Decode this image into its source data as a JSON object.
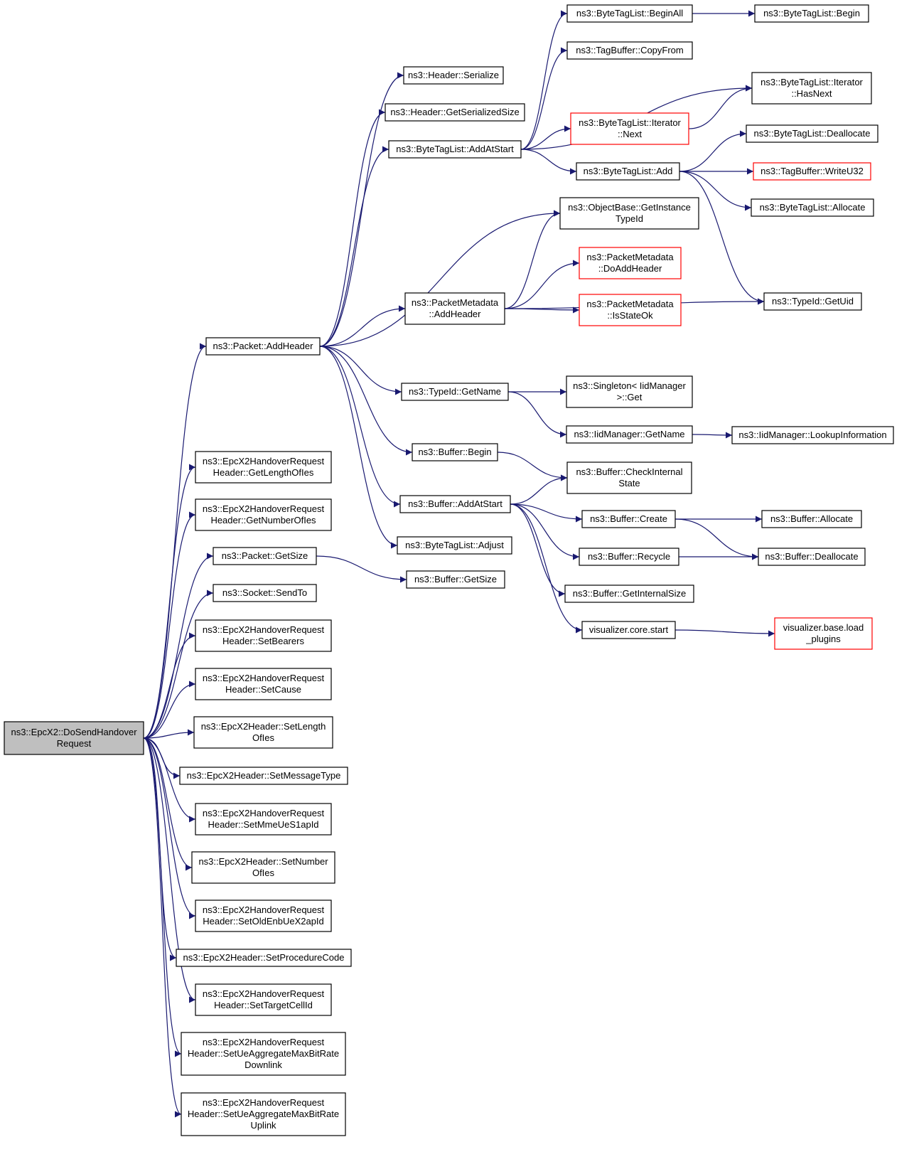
{
  "graph": {
    "edge_color": "#191970",
    "root_fill": "#bfbfbf",
    "highlight_border": "#ff0000",
    "nodes": [
      {
        "id": "root",
        "lines": [
          "ns3::EpcX2::DoSendHandover",
          "Request"
        ],
        "style": "root"
      },
      {
        "id": "packet_addheader",
        "lines": [
          "ns3::Packet::AddHeader"
        ],
        "style": "normal"
      },
      {
        "id": "gl_ofies",
        "lines": [
          "ns3::EpcX2HandoverRequest",
          "Header::GetLengthOfIes"
        ],
        "style": "normal"
      },
      {
        "id": "gn_ofies",
        "lines": [
          "ns3::EpcX2HandoverRequest",
          "Header::GetNumberOfIes"
        ],
        "style": "normal"
      },
      {
        "id": "packet_getsize",
        "lines": [
          "ns3::Packet::GetSize"
        ],
        "style": "normal"
      },
      {
        "id": "socket_sendto",
        "lines": [
          "ns3::Socket::SendTo"
        ],
        "style": "normal"
      },
      {
        "id": "setbearers",
        "lines": [
          "ns3::EpcX2HandoverRequest",
          "Header::SetBearers"
        ],
        "style": "normal"
      },
      {
        "id": "setcause",
        "lines": [
          "ns3::EpcX2HandoverRequest",
          "Header::SetCause"
        ],
        "style": "normal"
      },
      {
        "id": "setlength",
        "lines": [
          "ns3::EpcX2Header::SetLength",
          "OfIes"
        ],
        "style": "normal"
      },
      {
        "id": "setmsgtype",
        "lines": [
          "ns3::EpcX2Header::SetMessageType"
        ],
        "style": "normal"
      },
      {
        "id": "setmme",
        "lines": [
          "ns3::EpcX2HandoverRequest",
          "Header::SetMmeUeS1apId"
        ],
        "style": "normal"
      },
      {
        "id": "setnumber",
        "lines": [
          "ns3::EpcX2Header::SetNumber",
          "OfIes"
        ],
        "style": "normal"
      },
      {
        "id": "setoldenb",
        "lines": [
          "ns3::EpcX2HandoverRequest",
          "Header::SetOldEnbUeX2apId"
        ],
        "style": "normal"
      },
      {
        "id": "setproc",
        "lines": [
          "ns3::EpcX2Header::SetProcedureCode"
        ],
        "style": "normal"
      },
      {
        "id": "settarget",
        "lines": [
          "ns3::EpcX2HandoverRequest",
          "Header::SetTargetCellId"
        ],
        "style": "normal"
      },
      {
        "id": "setue_dl",
        "lines": [
          "ns3::EpcX2HandoverRequest",
          "Header::SetUeAggregateMaxBitRate",
          "Downlink"
        ],
        "style": "normal"
      },
      {
        "id": "setue_ul",
        "lines": [
          "ns3::EpcX2HandoverRequest",
          "Header::SetUeAggregateMaxBitRate",
          "Uplink"
        ],
        "style": "normal"
      },
      {
        "id": "header_serialize",
        "lines": [
          "ns3::Header::Serialize"
        ],
        "style": "normal"
      },
      {
        "id": "header_getser",
        "lines": [
          "ns3::Header::GetSerializedSize"
        ],
        "style": "normal"
      },
      {
        "id": "btl_addatstart",
        "lines": [
          "ns3::ByteTagList::AddAtStart"
        ],
        "style": "normal"
      },
      {
        "id": "pm_addheader",
        "lines": [
          "ns3::PacketMetadata",
          "::AddHeader"
        ],
        "style": "normal"
      },
      {
        "id": "typeid_getname",
        "lines": [
          "ns3::TypeId::GetName"
        ],
        "style": "normal"
      },
      {
        "id": "buffer_begin",
        "lines": [
          "ns3::Buffer::Begin"
        ],
        "style": "normal"
      },
      {
        "id": "buffer_addatstart",
        "lines": [
          "ns3::Buffer::AddAtStart"
        ],
        "style": "normal"
      },
      {
        "id": "btl_adjust",
        "lines": [
          "ns3::ByteTagList::Adjust"
        ],
        "style": "normal"
      },
      {
        "id": "buffer_getsize",
        "lines": [
          "ns3::Buffer::GetSize"
        ],
        "style": "normal"
      },
      {
        "id": "btl_beginall",
        "lines": [
          "ns3::ByteTagList::BeginAll"
        ],
        "style": "normal"
      },
      {
        "id": "tb_copyfrom",
        "lines": [
          "ns3::TagBuffer::CopyFrom"
        ],
        "style": "normal"
      },
      {
        "id": "btl_it_next",
        "lines": [
          "ns3::ByteTagList::Iterator",
          "::Next"
        ],
        "style": "red"
      },
      {
        "id": "btl_add",
        "lines": [
          "ns3::ByteTagList::Add"
        ],
        "style": "normal"
      },
      {
        "id": "ob_getinst",
        "lines": [
          "ns3::ObjectBase::GetInstance",
          "TypeId"
        ],
        "style": "normal"
      },
      {
        "id": "pm_doaddheader",
        "lines": [
          "ns3::PacketMetadata",
          "::DoAddHeader"
        ],
        "style": "red"
      },
      {
        "id": "pm_isstateok",
        "lines": [
          "ns3::PacketMetadata",
          "::IsStateOk"
        ],
        "style": "red"
      },
      {
        "id": "singleton_get",
        "lines": [
          "ns3::Singleton< IidManager",
          ">::Get"
        ],
        "style": "normal"
      },
      {
        "id": "iid_getname",
        "lines": [
          "ns3::IidManager::GetName"
        ],
        "style": "normal"
      },
      {
        "id": "buffer_checkint",
        "lines": [
          "ns3::Buffer::CheckInternal",
          "State"
        ],
        "style": "normal"
      },
      {
        "id": "buffer_create",
        "lines": [
          "ns3::Buffer::Create"
        ],
        "style": "normal"
      },
      {
        "id": "buffer_recycle",
        "lines": [
          "ns3::Buffer::Recycle"
        ],
        "style": "normal"
      },
      {
        "id": "buffer_getintsize",
        "lines": [
          "ns3::Buffer::GetInternalSize"
        ],
        "style": "normal"
      },
      {
        "id": "vis_start",
        "lines": [
          "visualizer.core.start"
        ],
        "style": "normal"
      },
      {
        "id": "btl_begin",
        "lines": [
          "ns3::ByteTagList::Begin"
        ],
        "style": "normal"
      },
      {
        "id": "btl_it_hasnext",
        "lines": [
          "ns3::ByteTagList::Iterator",
          "::HasNext"
        ],
        "style": "normal"
      },
      {
        "id": "btl_dealloc",
        "lines": [
          "ns3::ByteTagList::Deallocate"
        ],
        "style": "normal"
      },
      {
        "id": "tb_writeu32",
        "lines": [
          "ns3::TagBuffer::WriteU32"
        ],
        "style": "red"
      },
      {
        "id": "btl_alloc",
        "lines": [
          "ns3::ByteTagList::Allocate"
        ],
        "style": "normal"
      },
      {
        "id": "typeid_getuid",
        "lines": [
          "ns3::TypeId::GetUid"
        ],
        "style": "normal"
      },
      {
        "id": "iid_lookup",
        "lines": [
          "ns3::IidManager::LookupInformation"
        ],
        "style": "normal"
      },
      {
        "id": "buffer_allocate",
        "lines": [
          "ns3::Buffer::Allocate"
        ],
        "style": "normal"
      },
      {
        "id": "buffer_deallocate",
        "lines": [
          "ns3::Buffer::Deallocate"
        ],
        "style": "normal"
      },
      {
        "id": "vis_load",
        "lines": [
          "visualizer.base.load",
          "_plugins"
        ],
        "style": "red"
      }
    ],
    "edges": [
      [
        "root",
        "packet_addheader"
      ],
      [
        "root",
        "gl_ofies"
      ],
      [
        "root",
        "gn_ofies"
      ],
      [
        "root",
        "packet_getsize"
      ],
      [
        "root",
        "socket_sendto"
      ],
      [
        "root",
        "setbearers"
      ],
      [
        "root",
        "setcause"
      ],
      [
        "root",
        "setlength"
      ],
      [
        "root",
        "setmsgtype"
      ],
      [
        "root",
        "setmme"
      ],
      [
        "root",
        "setnumber"
      ],
      [
        "root",
        "setoldenb"
      ],
      [
        "root",
        "setproc"
      ],
      [
        "root",
        "settarget"
      ],
      [
        "root",
        "setue_dl"
      ],
      [
        "root",
        "setue_ul"
      ],
      [
        "packet_addheader",
        "header_serialize"
      ],
      [
        "packet_addheader",
        "header_getser"
      ],
      [
        "packet_addheader",
        "btl_addatstart"
      ],
      [
        "packet_addheader",
        "ob_getinst"
      ],
      [
        "packet_addheader",
        "pm_addheader"
      ],
      [
        "packet_addheader",
        "typeid_getname"
      ],
      [
        "packet_addheader",
        "buffer_begin"
      ],
      [
        "packet_addheader",
        "buffer_addatstart"
      ],
      [
        "packet_addheader",
        "btl_adjust"
      ],
      [
        "packet_getsize",
        "buffer_getsize"
      ],
      [
        "btl_addatstart",
        "btl_beginall"
      ],
      [
        "btl_addatstart",
        "tb_copyfrom"
      ],
      [
        "btl_addatstart",
        "btl_it_hasnext"
      ],
      [
        "btl_addatstart",
        "btl_it_next"
      ],
      [
        "btl_addatstart",
        "btl_add"
      ],
      [
        "btl_beginall",
        "btl_begin"
      ],
      [
        "btl_it_next",
        "btl_it_hasnext"
      ],
      [
        "btl_add",
        "btl_dealloc"
      ],
      [
        "btl_add",
        "tb_writeu32"
      ],
      [
        "btl_add",
        "btl_alloc"
      ],
      [
        "btl_add",
        "typeid_getuid"
      ],
      [
        "pm_addheader",
        "ob_getinst"
      ],
      [
        "pm_addheader",
        "pm_doaddheader"
      ],
      [
        "pm_addheader",
        "pm_isstateok"
      ],
      [
        "pm_addheader",
        "typeid_getuid"
      ],
      [
        "typeid_getname",
        "singleton_get"
      ],
      [
        "typeid_getname",
        "iid_getname"
      ],
      [
        "iid_getname",
        "iid_lookup"
      ],
      [
        "buffer_begin",
        "buffer_checkint"
      ],
      [
        "buffer_addatstart",
        "buffer_checkint"
      ],
      [
        "buffer_addatstart",
        "buffer_create"
      ],
      [
        "buffer_addatstart",
        "buffer_recycle"
      ],
      [
        "buffer_addatstart",
        "buffer_getintsize"
      ],
      [
        "buffer_addatstart",
        "vis_start"
      ],
      [
        "buffer_create",
        "buffer_allocate"
      ],
      [
        "buffer_create",
        "buffer_deallocate"
      ],
      [
        "buffer_recycle",
        "buffer_deallocate"
      ],
      [
        "vis_start",
        "vis_load"
      ]
    ]
  }
}
